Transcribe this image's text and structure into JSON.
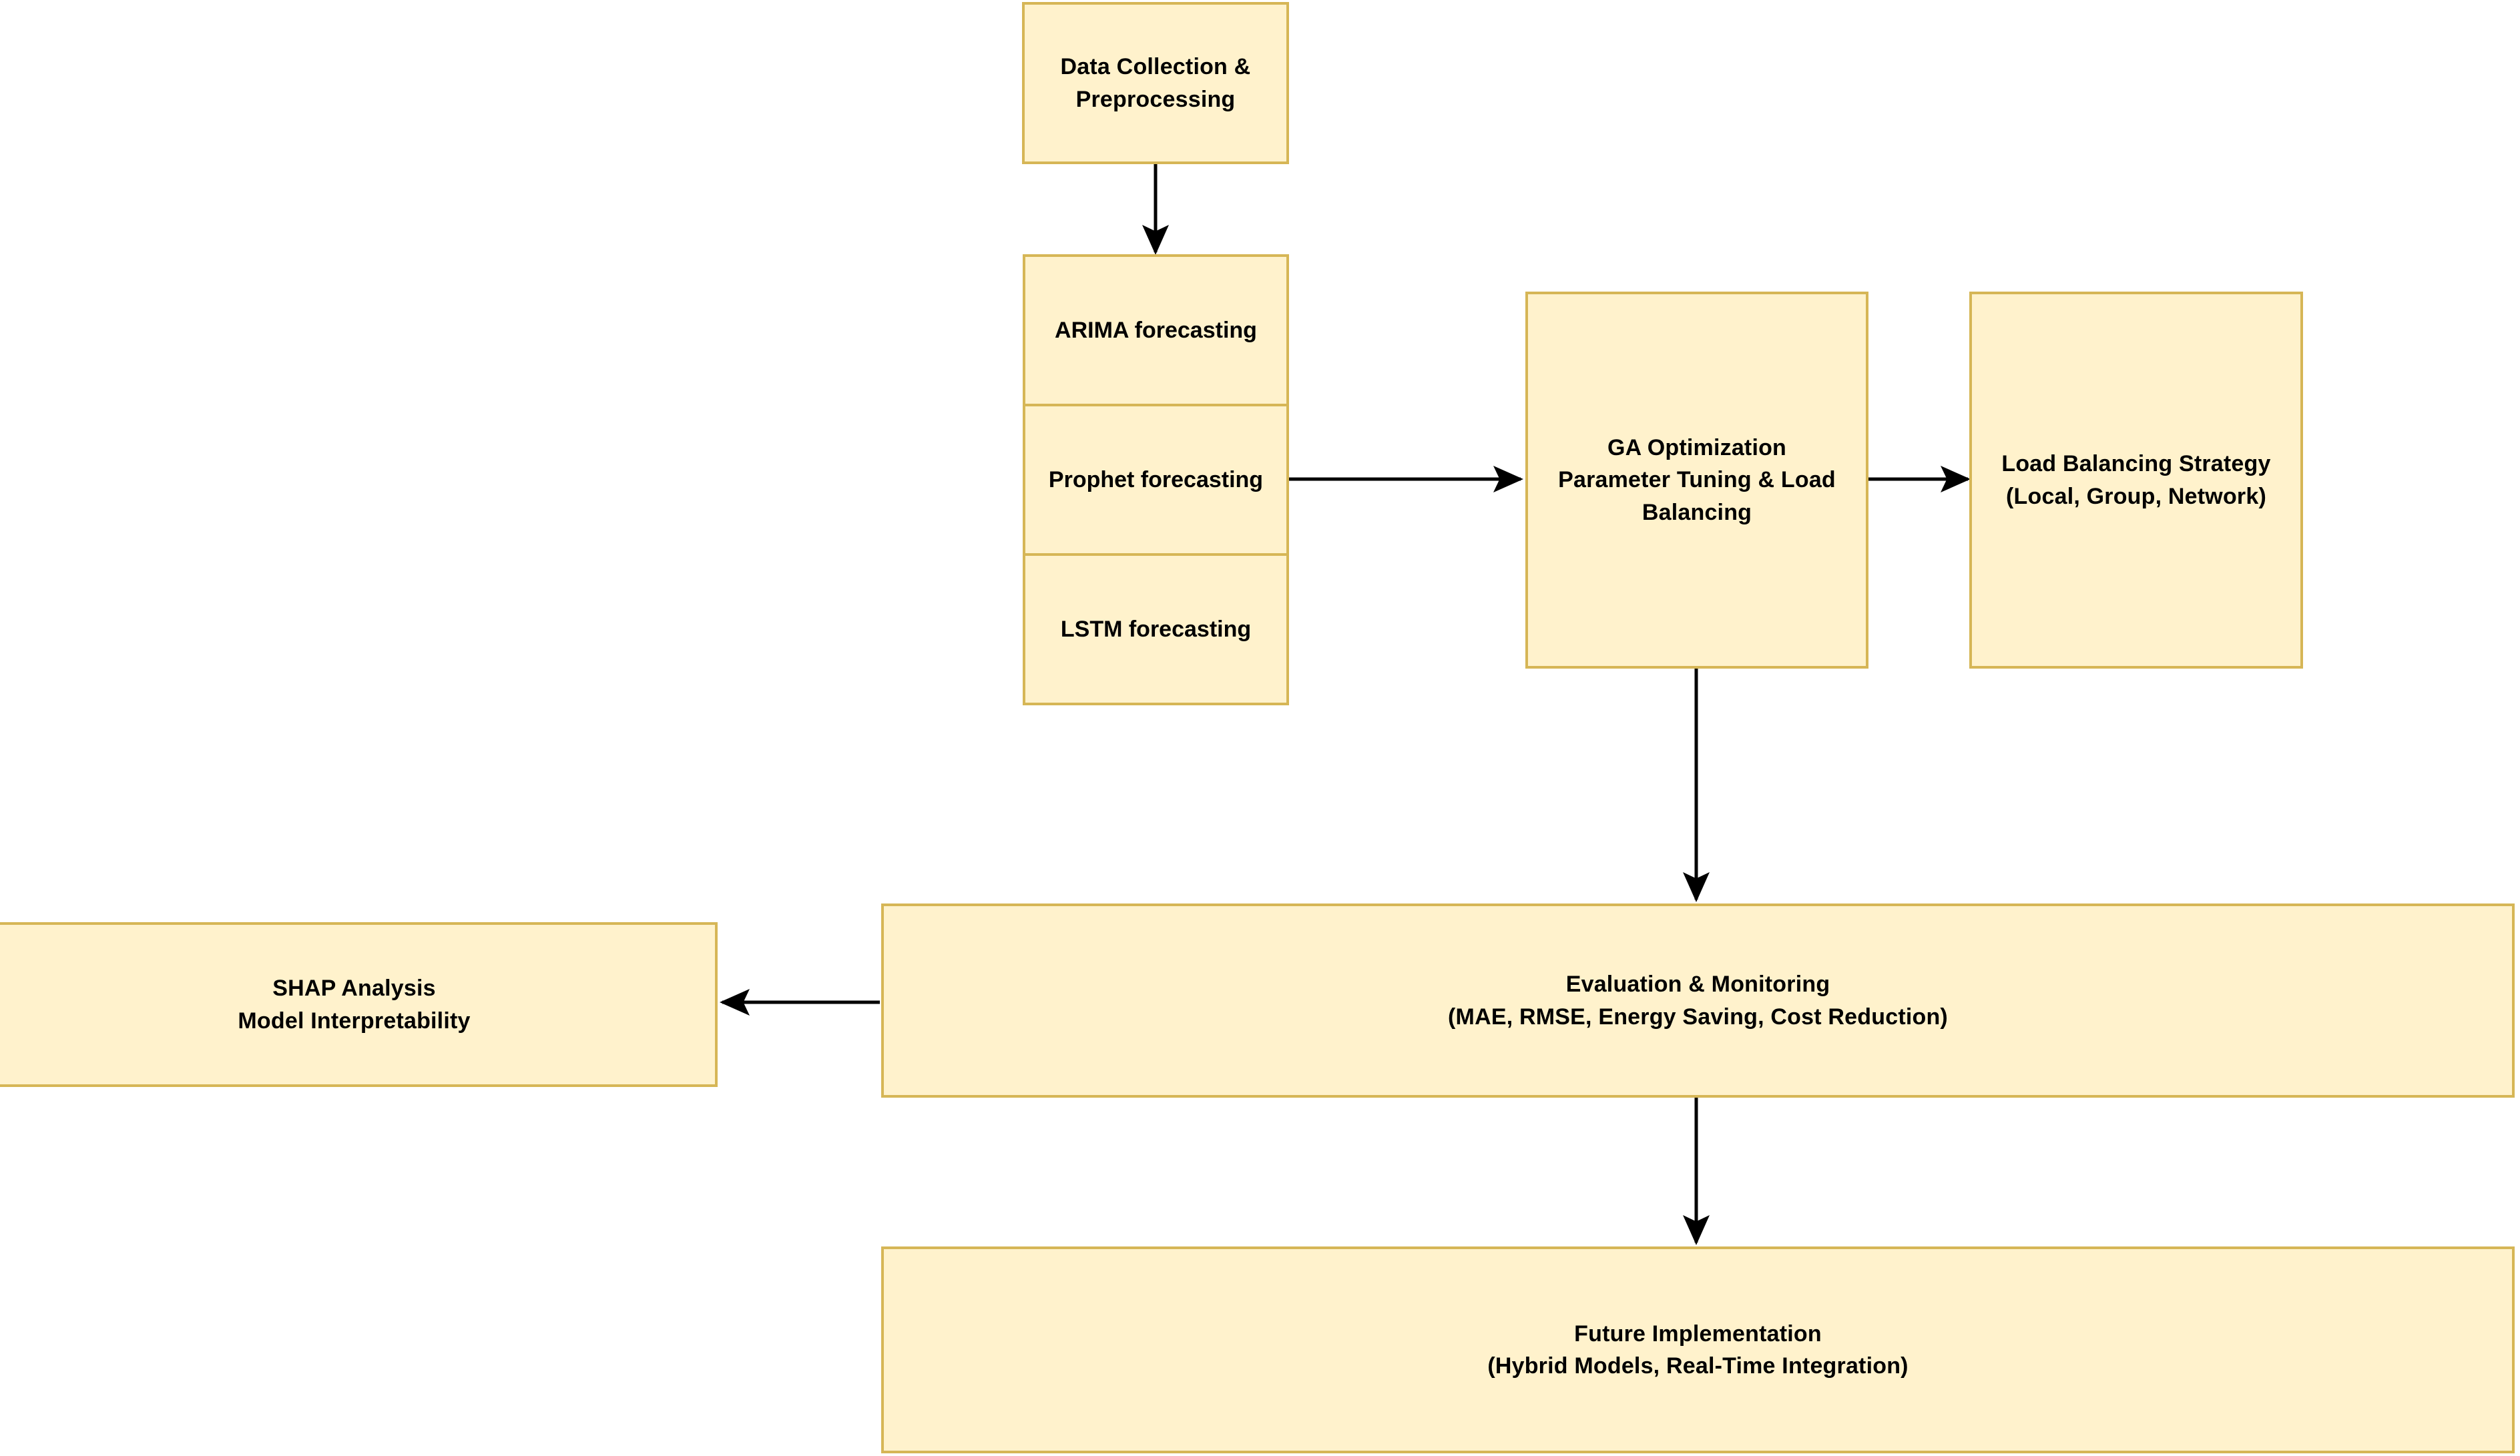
{
  "diagram": {
    "type": "flowchart",
    "background_color": "#ffffff",
    "node_fill_color": "#fff2cc",
    "node_border_color": "#d6b656",
    "edge_color": "#000000",
    "text_color": "#000000"
  },
  "nodes": {
    "data_collection": {
      "line1": "Data Collection &",
      "line2": "Preprocessing"
    },
    "forecasting": {
      "arima": "ARIMA forecasting",
      "prophet": "Prophet forecasting",
      "lstm": "LSTM forecasting"
    },
    "ga_optimization": {
      "line1": "GA Optimization",
      "line2": "Parameter Tuning & Load",
      "line3": "Balancing"
    },
    "load_balancing": {
      "line1": "Load Balancing Strategy",
      "line2": "(Local, Group, Network)"
    },
    "shap_analysis": {
      "line1": "SHAP Analysis",
      "line2": "Model Interpretability"
    },
    "evaluation": {
      "line1": "Evaluation & Monitoring",
      "line2": "(MAE, RMSE, Energy Saving, Cost Reduction)"
    },
    "future_implementation": {
      "line1": "Future Implementation",
      "line2": "(Hybrid Models, Real-Time Integration)"
    }
  },
  "edges": [
    {
      "name": "data-collection-to-forecasting",
      "direction": "down"
    },
    {
      "name": "prophet-to-ga-optimization",
      "direction": "right"
    },
    {
      "name": "ga-optimization-to-load-balancing",
      "direction": "right"
    },
    {
      "name": "ga-optimization-to-evaluation",
      "direction": "down"
    },
    {
      "name": "evaluation-to-shap-analysis",
      "direction": "left"
    },
    {
      "name": "evaluation-to-future-implementation",
      "direction": "down"
    }
  ]
}
